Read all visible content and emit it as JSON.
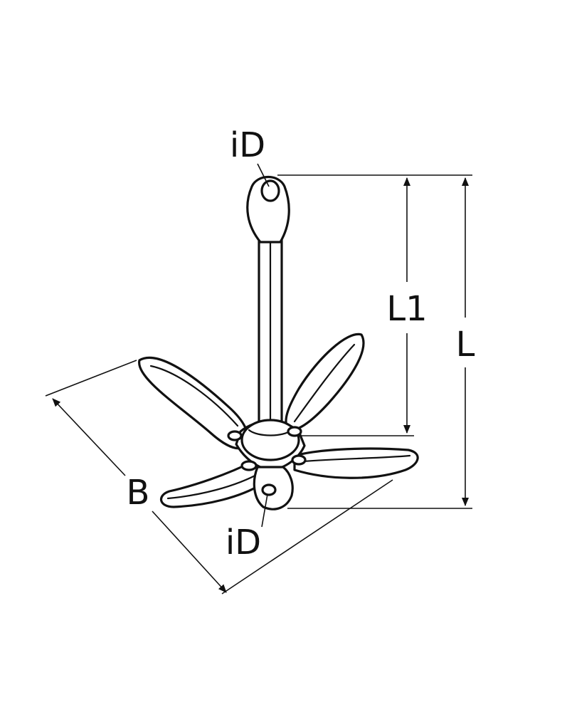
{
  "labels": {
    "eye_top": "iD",
    "eye_bottom": "iD",
    "length_l1": "L1",
    "length_l": "L",
    "breadth_b": "B"
  },
  "colors": {
    "ink": "#111111",
    "background": "#ffffff"
  }
}
